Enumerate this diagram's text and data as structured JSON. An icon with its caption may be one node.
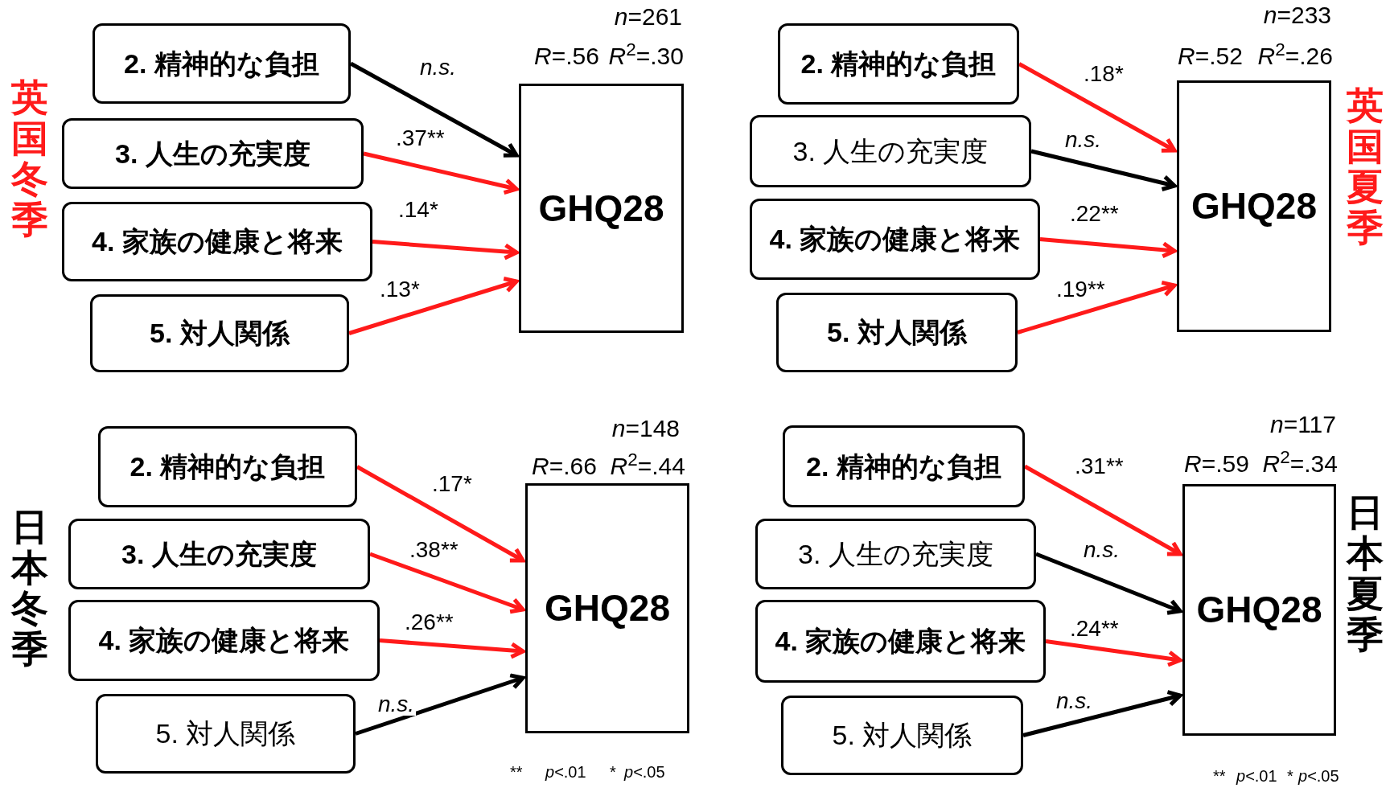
{
  "diagram": {
    "nodes": [
      {
        "text": [
          "2. 精神的な負担"
        ]
      },
      {
        "text": [
          "3. 人生の充実度"
        ]
      },
      {
        "text": [
          "4. 家族の健康と将来"
        ]
      },
      {
        "text": [
          "5. 対人関係"
        ]
      },
      {
        "text": [
          "GHQ28"
        ]
      },
      {
        "text": [
          "2. 精神的な負担"
        ]
      },
      {
        "text": [
          "3. 人生の充実度"
        ]
      },
      {
        "text": [
          "4. 家族の健康と将来"
        ]
      },
      {
        "text": [
          "5. 対人関係"
        ]
      },
      {
        "text": [
          "GHQ28"
        ]
      },
      {
        "text": [
          "2. 精神的な負担"
        ]
      },
      {
        "text": [
          "3. 人生の充実度"
        ]
      },
      {
        "text": [
          "4. 家族の健康と将来"
        ]
      },
      {
        "text": [
          "5. 対人関係"
        ]
      },
      {
        "text": [
          "GHQ28"
        ]
      },
      {
        "text": [
          "2. 精神的な負担"
        ]
      },
      {
        "text": [
          "3. 人生の充実度"
        ]
      },
      {
        "text": [
          "4. 家族の健康と将来"
        ]
      },
      {
        "text": [
          "5. 対人関係"
        ]
      },
      {
        "text": [
          "GHQ28"
        ]
      }
    ],
    "edges": [
      {
        "from": 0,
        "to": 4,
        "arrow": "to",
        "label": "n.s.",
        "color": "#000000"
      },
      {
        "from": 1,
        "to": 4,
        "arrow": "to",
        "label": ".37**"
      },
      {
        "from": 2,
        "to": 4,
        "arrow": "to",
        "label": ".14*"
      },
      {
        "from": 3,
        "to": 4,
        "arrow": "to",
        "label": ".13*"
      },
      {
        "from": 5,
        "to": 9,
        "arrow": "to",
        "label": ".18*"
      },
      {
        "from": 6,
        "to": 9,
        "arrow": "to",
        "label": "n.s.",
        "color": "#000000"
      },
      {
        "from": 7,
        "to": 9,
        "arrow": "to",
        "label": ".22**"
      },
      {
        "from": 8,
        "to": 9,
        "arrow": "to",
        "label": ".19**"
      },
      {
        "from": 10,
        "to": 14,
        "arrow": "to",
        "label": ".17*"
      },
      {
        "from": 11,
        "to": 14,
        "arrow": "to",
        "label": ".38**"
      },
      {
        "from": 12,
        "to": 14,
        "arrow": "to",
        "label": ".26**"
      },
      {
        "from": 13,
        "to": 14,
        "arrow": "to",
        "label": "n.s.",
        "color": "#000000"
      },
      {
        "from": 15,
        "to": 19,
        "arrow": "to",
        "label": ".31**"
      },
      {
        "from": 16,
        "to": 19,
        "arrow": "to",
        "label": "n.s.",
        "color": "#000000"
      },
      {
        "from": 17,
        "to": 19,
        "arrow": "to",
        "label": ".24**"
      },
      {
        "from": 18,
        "to": 19,
        "arrow": "to",
        "label": "n.s.",
        "color": "#000000"
      }
    ],
    "labels": [
      "英国冬季",
      "*n*=261",
      "*R*=.56",
      "*R*$^{2}$=.30",
      "*n*=233",
      "*R*=.52",
      "*R*$^{2}$=.26",
      "英国夏季",
      "日本冬季",
      "*n*=148",
      "*R*=.66",
      "*R*$^{2}$=.44",
      "*n*=117",
      "*R*=.59",
      "*R*$^{2}$=.34",
      "日本夏季",
      "**",
      "*p*<.01",
      "*",
      "*p*<.05",
      "**",
      "*p*<.01",
      "*",
      "*p*<.05"
    ]
  }
}
